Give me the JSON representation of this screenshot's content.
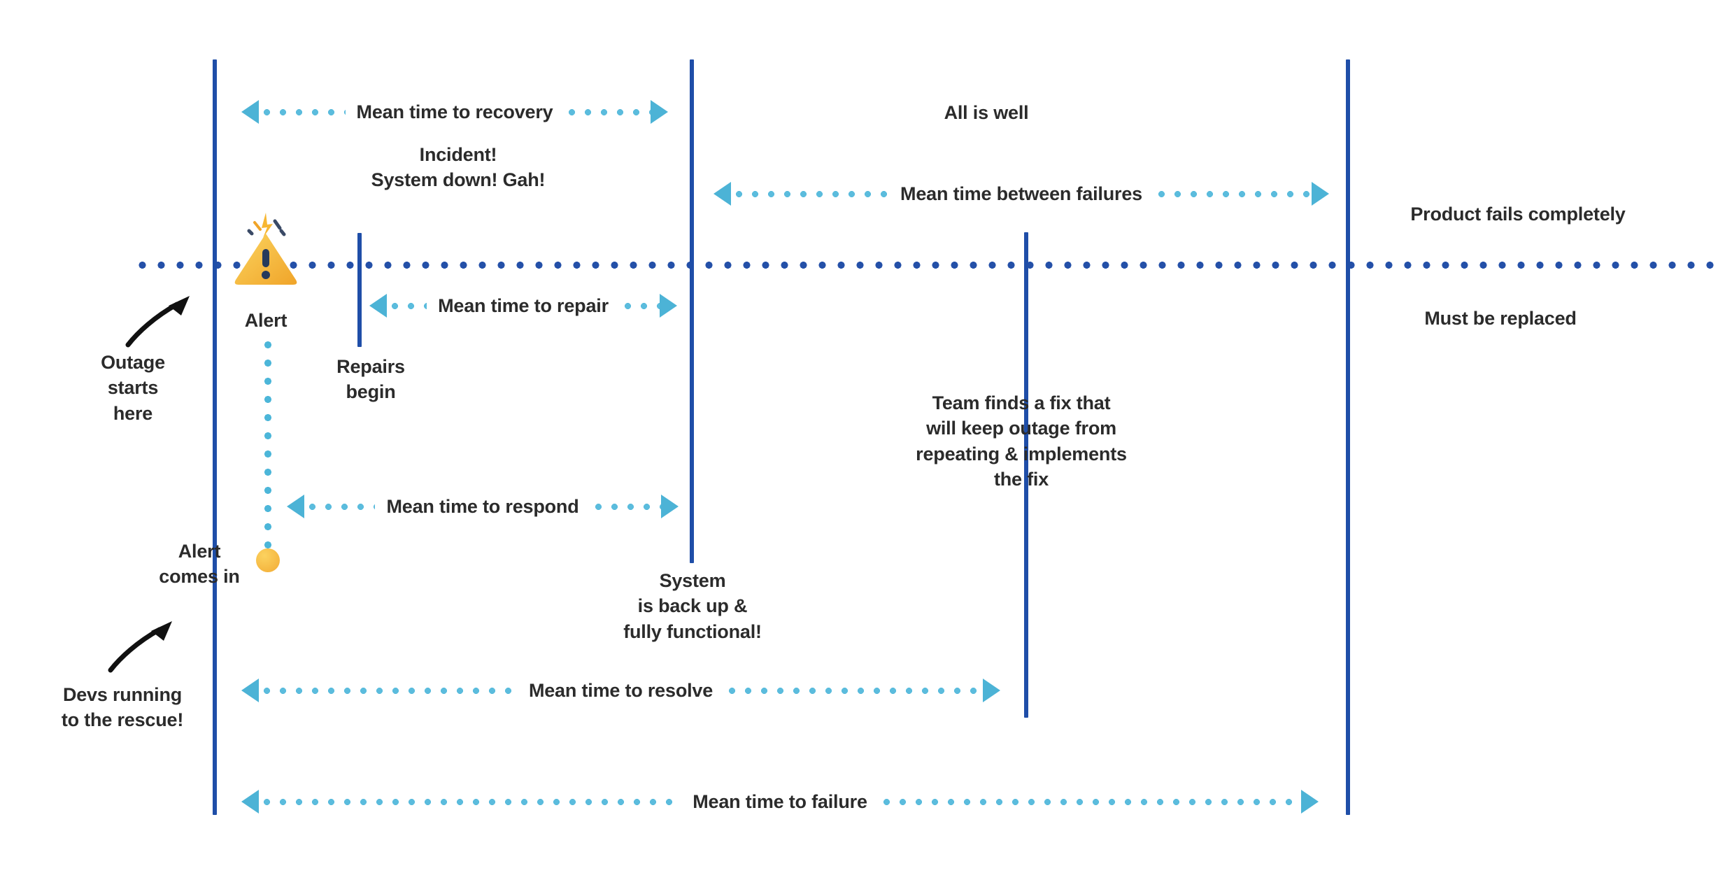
{
  "diagram": {
    "title": "Incident lifecycle reliability metrics timeline",
    "colors": {
      "timeline_blue": "#1f4ea8",
      "dotted_blue": "#2450a8",
      "measure_cyan": "#4cb3d6",
      "alert_yellow": "#f5b731",
      "text_dark": "#2b2b2b"
    }
  },
  "measures": [
    {
      "id": "mttrecovery",
      "label": "Mean time to recovery"
    },
    {
      "id": "mtbf",
      "label": "Mean time between failures"
    },
    {
      "id": "mttrepair",
      "label": "Mean time to repair"
    },
    {
      "id": "mttrespond",
      "label": "Mean time to respond"
    },
    {
      "id": "mttresolve",
      "label": "Mean time to resolve"
    },
    {
      "id": "mttfailure",
      "label": "Mean time to failure"
    }
  ],
  "annotations": {
    "incident": "Incident!\nSystem down! Gah!",
    "all_is_well": "All is well",
    "product_fails": "Product fails completely",
    "must_be_replaced": "Must be replaced",
    "alert": "Alert",
    "repairs_begin": "Repairs\nbegin",
    "outage_starts": "Outage\nstarts\nhere",
    "alert_comes_in": "Alert\ncomes in",
    "devs_running": "Devs running\nto the rescue!",
    "system_back_up": "System\nis back up &\nfully functional!",
    "team_finds_fix": "Team finds a fix that\nwill keep outage from\nrepeating & implements\nthe fix"
  },
  "icons": {
    "alert": "alert-triangle-icon",
    "alert_dot": "alert-dot-icon",
    "arrow_outage": "curved-arrow-icon",
    "arrow_devs": "curved-arrow-icon"
  }
}
